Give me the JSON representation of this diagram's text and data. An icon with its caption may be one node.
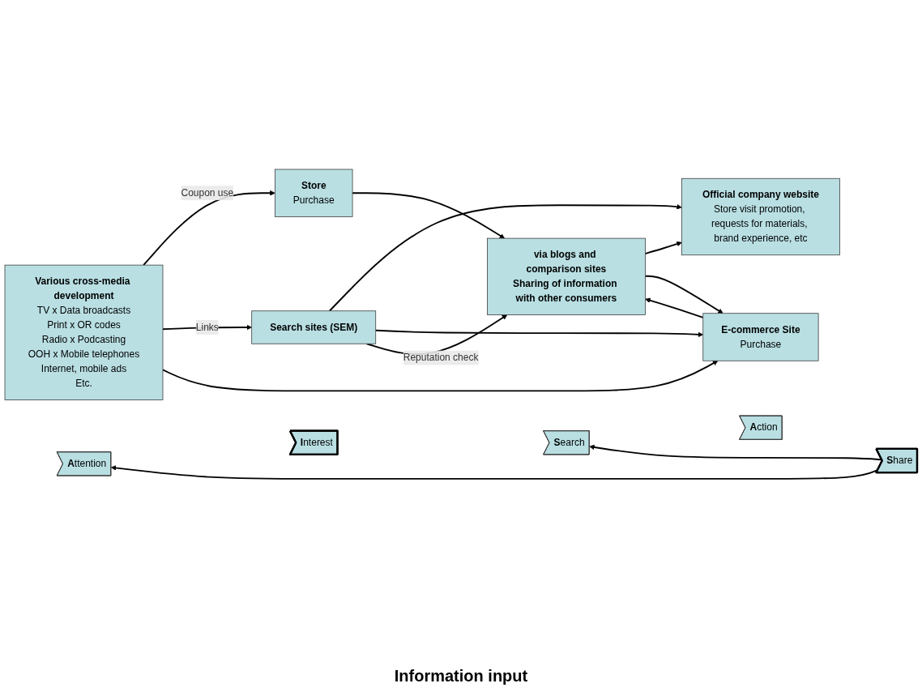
{
  "diagram": {
    "nodes": [
      {
        "text": [
          "**A**ttention"
        ]
      },
      {
        "text": [
          "**I**nterest"
        ]
      },
      {
        "text": [
          "**S**earch"
        ]
      },
      {
        "text": [
          "**A**ction"
        ]
      },
      {
        "text": [
          "**S**hare"
        ]
      },
      {
        "text": [
          "Various cross-media development",
          "TV x Data broadcasts",
          "Print x OR codes",
          "Radio x Podcasting",
          "OOH x Mobile telephones",
          "Internet, mobile ads",
          "Etc."
        ]
      },
      {
        "text": [
          "Search sites (SEM)"
        ]
      },
      {
        "text": [
          "Official company website",
          "Store visit promotion, requests for materials, brand experience, etc"
        ]
      },
      {
        "text": [
          "Store",
          "Purchase"
        ]
      },
      {
        "text": [
          "E-commerce Site",
          "Purchase"
        ]
      },
      {
        "text": [
          "via blogs and comparison sites",
          "Sharing of information with other consumers"
        ]
      }
    ],
    "edges": [
      {
        "from": 4,
        "to": 0,
        "arrow": "to"
      },
      {
        "from": 4,
        "to": 2,
        "arrow": "to"
      },
      {
        "from": 5,
        "to": 8,
        "arrow": "to",
        "label": "Coupon use"
      },
      {
        "from": 5,
        "to": 6,
        "arrow": "to",
        "label": "Links"
      },
      {
        "from": 6,
        "to": 7,
        "arrow": "to"
      },
      {
        "from": 6,
        "to": 9,
        "arrow": "to"
      },
      {
        "from": 5,
        "to": 9,
        "arrow": "to"
      },
      {
        "from": 6,
        "to": 10,
        "arrow": "to",
        "label": "Reputation check"
      },
      {
        "from": 10,
        "to": 7,
        "arrow": "to"
      },
      {
        "from": 10,
        "to": 9,
        "arrow": "to"
      },
      {
        "from": 8,
        "to": 10,
        "arrow": "to"
      },
      {
        "from": 9,
        "to": 10,
        "arrow": "to"
      }
    ],
    "labels": [
      "Information input"
    ]
  }
}
